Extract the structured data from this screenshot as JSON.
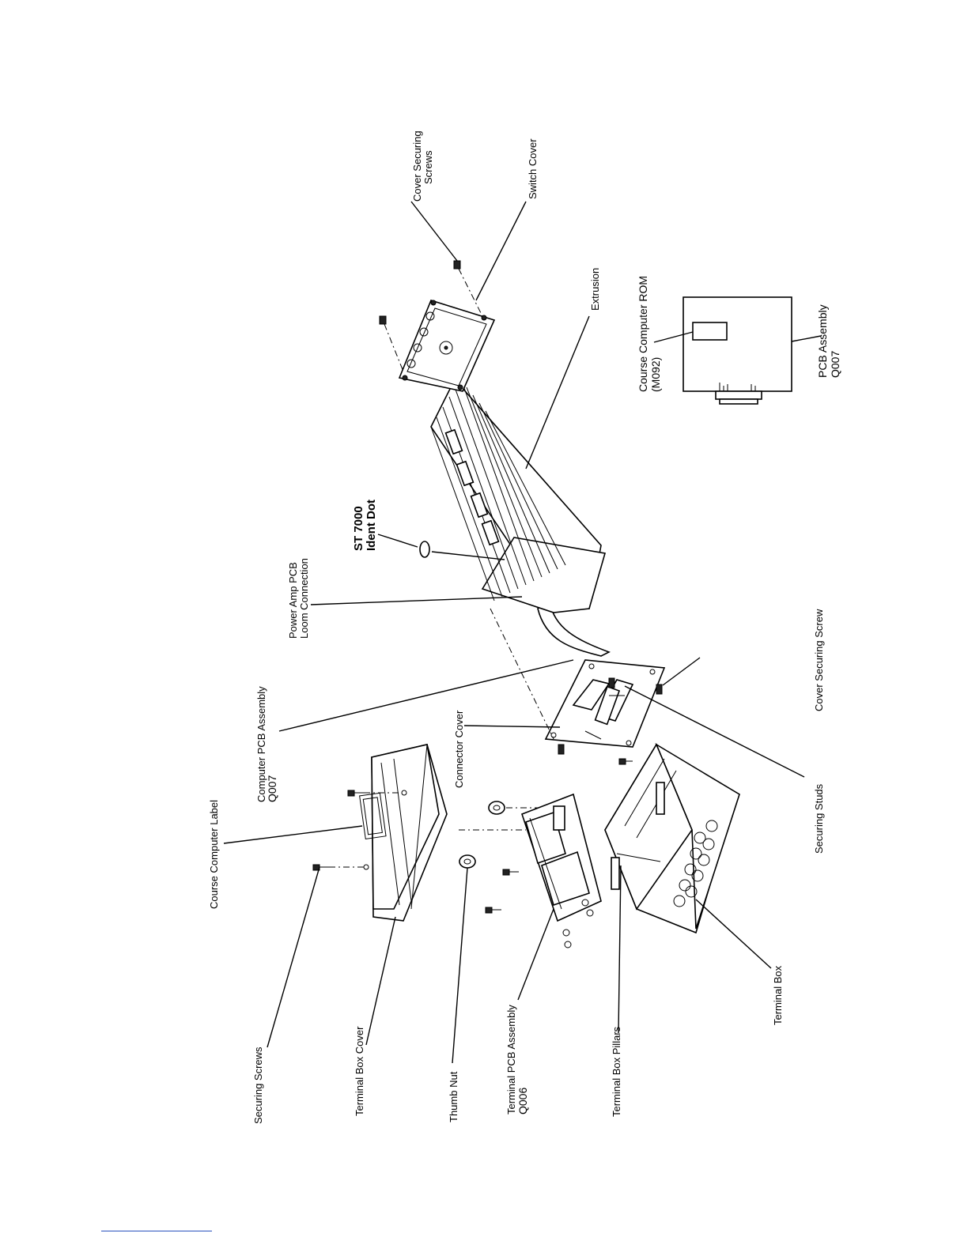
{
  "labels": {
    "course_computer_label": "Course Computer Label",
    "securing_screws": "Securing Screws",
    "terminal_box_cover": "Terminal Box Cover",
    "thumb_nut": "Thumb Nut",
    "terminal_pcb_line1": "Terminal PCB Assembly",
    "terminal_pcb_line2": "Q006",
    "terminal_box_pillars": "Terminal Box Pillars",
    "computer_pcb_line1": "Computer PCB Assembly",
    "computer_pcb_line2": "Q007",
    "connector_cover": "Connector Cover",
    "securing_studs": "Securing Studs",
    "terminal_box": "Terminal Box",
    "power_amp_line1": "Power Amp PCB",
    "power_amp_line2": "Loom Connection",
    "cover_securing_screw": "Cover Securing Screw",
    "st7000_line1": "ST 7000",
    "st7000_line2": "Ident Dot",
    "extrusion": "Extrusion",
    "switch_cover": "Switch Cover",
    "cover_securing_screws_line1": "Cover Securing",
    "cover_securing_screws_line2": "Screws",
    "course_rom_line1": "Course Computer ROM",
    "course_rom_line2": "(M092)",
    "pcb_assembly_line1": "PCB Assembly",
    "pcb_assembly_line2": "Q007"
  }
}
